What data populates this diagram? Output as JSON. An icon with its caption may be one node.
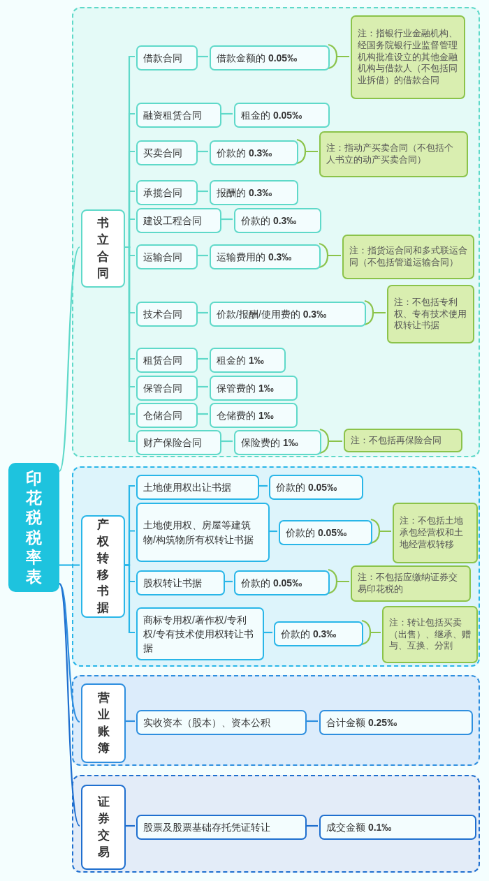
{
  "diagram": {
    "nodes": [
      {
        "text": [
          "印花税税率表"
        ]
      },
      {
        "text": [],
        "shape": "box"
      },
      {
        "text": [
          "书立合同"
        ],
        "in": 1
      },
      {
        "text": [
          "借款合同"
        ],
        "in": 1
      },
      {
        "text": [
          "借款金额的 **0.05‰**"
        ],
        "in": 1
      },
      {
        "text": [
          "注：指银行业金融机构、经国务院银行业监督管理机构批准设立的其他金融机构与借款人（不包括同业拆借）的借款合同"
        ],
        "in": 1
      },
      {
        "text": [
          "融资租赁合同"
        ],
        "in": 1
      },
      {
        "text": [
          "租金的 **0.05‰**"
        ],
        "in": 1
      },
      {
        "text": [
          "买卖合同"
        ],
        "in": 1
      },
      {
        "text": [
          "价款的 **0.3‰**"
        ],
        "in": 1
      },
      {
        "text": [
          "注：指动产买卖合同（不包括个人书立的动产买卖合同）"
        ],
        "in": 1
      },
      {
        "text": [
          "承揽合同"
        ],
        "in": 1
      },
      {
        "text": [
          "报酬的 **0.3‰**"
        ],
        "in": 1
      },
      {
        "text": [
          "建设工程合同"
        ],
        "in": 1
      },
      {
        "text": [
          "价款的 **0.3‰**"
        ],
        "in": 1
      },
      {
        "text": [
          "运输合同"
        ],
        "in": 1
      },
      {
        "text": [
          "运输费用的 **0.3‰**"
        ],
        "in": 1
      },
      {
        "text": [
          "注：指货运合同和多式联运合同（不包括管道运输合同）"
        ],
        "in": 1
      },
      {
        "text": [
          "技术合同"
        ],
        "in": 1
      },
      {
        "text": [
          "价款/报酬/使用费的 **0.3‰**"
        ],
        "in": 1
      },
      {
        "text": [
          "注：不包括专利权、专有技术使用权转让书据"
        ],
        "in": 1
      },
      {
        "text": [
          "租赁合同"
        ],
        "in": 1
      },
      {
        "text": [
          "租金的 **1‰**"
        ],
        "in": 1
      },
      {
        "text": [
          "保管合同"
        ],
        "in": 1
      },
      {
        "text": [
          "保管费的 **1‰**"
        ],
        "in": 1
      },
      {
        "text": [
          "仓储合同"
        ],
        "in": 1
      },
      {
        "text": [
          "仓储费的 **1‰**"
        ],
        "in": 1
      },
      {
        "text": [
          "财产保险合同"
        ],
        "in": 1
      },
      {
        "text": [
          "保险费的 **1‰**"
        ],
        "in": 1
      },
      {
        "text": [
          "注：不包括再保险合同"
        ],
        "in": 1
      },
      {
        "text": [],
        "shape": "box"
      },
      {
        "text": [
          "产权转移书据"
        ],
        "in": 30
      },
      {
        "text": [
          "土地使用权出让书据"
        ],
        "in": 30
      },
      {
        "text": [
          "价款的 **0.05‰**"
        ],
        "in": 30
      },
      {
        "text": [
          "土地使用权、房屋等建筑物/构筑物所有权转让书据"
        ],
        "in": 30
      },
      {
        "text": [
          "价款的 **0.05‰**"
        ],
        "in": 30
      },
      {
        "text": [
          "注：不包括土地承包经营权和土地经营权转移"
        ],
        "in": 30
      },
      {
        "text": [
          "股权转让书据"
        ],
        "in": 30
      },
      {
        "text": [
          "价款的 **0.05‰**"
        ],
        "in": 30
      },
      {
        "text": [
          "注：不包括应缴纳证券交易印花税的"
        ],
        "in": 30
      },
      {
        "text": [
          "商标专用权/著作权/专利权/专有技术使用权转让书据"
        ],
        "in": 30
      },
      {
        "text": [
          "价款的 **0.3‰**"
        ],
        "in": 30
      },
      {
        "text": [
          "注：转让包括买卖（出售）、继承、赠与、互换、分割"
        ],
        "in": 30
      },
      {
        "text": [],
        "shape": "box"
      },
      {
        "text": [
          "营业账簿"
        ],
        "in": 43
      },
      {
        "text": [
          "实收资本（股本）、资本公积"
        ],
        "in": 43
      },
      {
        "text": [
          "合计金额 **0.25‰**"
        ],
        "in": 43
      },
      {
        "text": [],
        "shape": "box"
      },
      {
        "text": [
          "证券交易"
        ],
        "in": 47
      },
      {
        "text": [
          "股票及股票基础存托凭证转让"
        ],
        "in": 47
      },
      {
        "text": [
          "成交金额 **0.1‰**"
        ],
        "in": 47
      }
    ],
    "edges": [
      {
        "from": 0,
        "to": 2,
        "arrow": "none"
      },
      {
        "from": 0,
        "to": 31,
        "arrow": "none",
        "color": "#29b6e8"
      },
      {
        "from": 0,
        "to": 44,
        "arrow": "none",
        "color": "#2f8fdf"
      },
      {
        "from": 0,
        "to": 48,
        "arrow": "none",
        "color": "#1f6fcf"
      },
      {
        "from": 2,
        "to": 3,
        "arrow": "none"
      },
      {
        "from": 3,
        "to": 4,
        "arrow": "none"
      },
      {
        "from": 4,
        "to": 5,
        "arrow": "none",
        "color": "#8bc34a"
      },
      {
        "from": 2,
        "to": 6,
        "arrow": "none"
      },
      {
        "from": 6,
        "to": 7,
        "arrow": "none"
      },
      {
        "from": 2,
        "to": 8,
        "arrow": "none"
      },
      {
        "from": 8,
        "to": 9,
        "arrow": "none"
      },
      {
        "from": 9,
        "to": 10,
        "arrow": "none",
        "color": "#8bc34a"
      },
      {
        "from": 2,
        "to": 11,
        "arrow": "none"
      },
      {
        "from": 11,
        "to": 12,
        "arrow": "none"
      },
      {
        "from": 2,
        "to": 13,
        "arrow": "none"
      },
      {
        "from": 13,
        "to": 14,
        "arrow": "none"
      },
      {
        "from": 2,
        "to": 15,
        "arrow": "none"
      },
      {
        "from": 15,
        "to": 16,
        "arrow": "none"
      },
      {
        "from": 16,
        "to": 17,
        "arrow": "none",
        "color": "#8bc34a"
      },
      {
        "from": 2,
        "to": 18,
        "arrow": "none"
      },
      {
        "from": 18,
        "to": 19,
        "arrow": "none"
      },
      {
        "from": 19,
        "to": 20,
        "arrow": "none",
        "color": "#8bc34a"
      },
      {
        "from": 2,
        "to": 21,
        "arrow": "none"
      },
      {
        "from": 21,
        "to": 22,
        "arrow": "none"
      },
      {
        "from": 2,
        "to": 23,
        "arrow": "none"
      },
      {
        "from": 23,
        "to": 24,
        "arrow": "none"
      },
      {
        "from": 2,
        "to": 25,
        "arrow": "none"
      },
      {
        "from": 25,
        "to": 26,
        "arrow": "none"
      },
      {
        "from": 2,
        "to": 27,
        "arrow": "none"
      },
      {
        "from": 27,
        "to": 28,
        "arrow": "none"
      },
      {
        "from": 28,
        "to": 29,
        "arrow": "none",
        "color": "#8bc34a"
      },
      {
        "from": 31,
        "to": 32,
        "arrow": "none",
        "color": "#29b6e8"
      },
      {
        "from": 32,
        "to": 33,
        "arrow": "none",
        "color": "#29b6e8"
      },
      {
        "from": 31,
        "to": 34,
        "arrow": "none",
        "color": "#29b6e8"
      },
      {
        "from": 34,
        "to": 35,
        "arrow": "none",
        "color": "#29b6e8"
      },
      {
        "from": 35,
        "to": 36,
        "arrow": "none",
        "color": "#8bc34a"
      },
      {
        "from": 31,
        "to": 37,
        "arrow": "none",
        "color": "#29b6e8"
      },
      {
        "from": 37,
        "to": 38,
        "arrow": "none",
        "color": "#29b6e8"
      },
      {
        "from": 38,
        "to": 39,
        "arrow": "none",
        "color": "#8bc34a"
      },
      {
        "from": 31,
        "to": 40,
        "arrow": "none",
        "color": "#29b6e8"
      },
      {
        "from": 40,
        "to": 41,
        "arrow": "none",
        "color": "#29b6e8"
      },
      {
        "from": 41,
        "to": 42,
        "arrow": "none",
        "color": "#8bc34a"
      },
      {
        "from": 44,
        "to": 45,
        "arrow": "none",
        "color": "#2f8fdf"
      },
      {
        "from": 45,
        "to": 46,
        "arrow": "none",
        "color": "#2f8fdf"
      },
      {
        "from": 48,
        "to": 49,
        "arrow": "none",
        "color": "#1f6fcf"
      },
      {
        "from": 49,
        "to": 50,
        "arrow": "none",
        "color": "#1f6fcf"
      }
    ]
  }
}
